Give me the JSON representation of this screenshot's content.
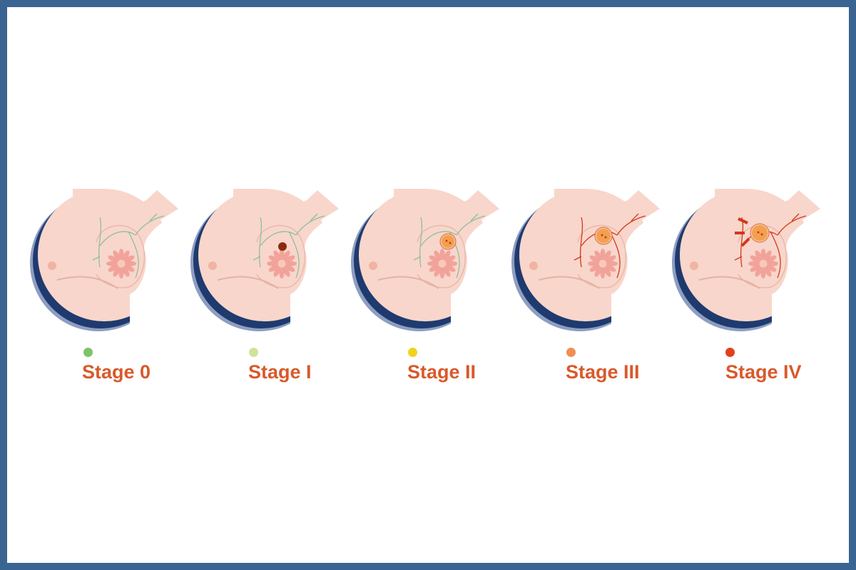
{
  "colors": {
    "frame": "#3a6592",
    "label": "#d9592a",
    "skin": "#f8d6cb",
    "navy": "#1f3a6e",
    "gland": "#f1a39a",
    "lymph": "#8fbf9a",
    "tumor_vessels": "#d2381c"
  },
  "stages": [
    {
      "label": "Stage 0",
      "dot_color": "#7dc36b"
    },
    {
      "label": "Stage I",
      "dot_color": "#cfe39a"
    },
    {
      "label": "Stage II",
      "dot_color": "#f2d21c"
    },
    {
      "label": "Stage III",
      "dot_color": "#ef8f55"
    },
    {
      "label": "Stage IV",
      "dot_color": "#e2401f"
    }
  ]
}
